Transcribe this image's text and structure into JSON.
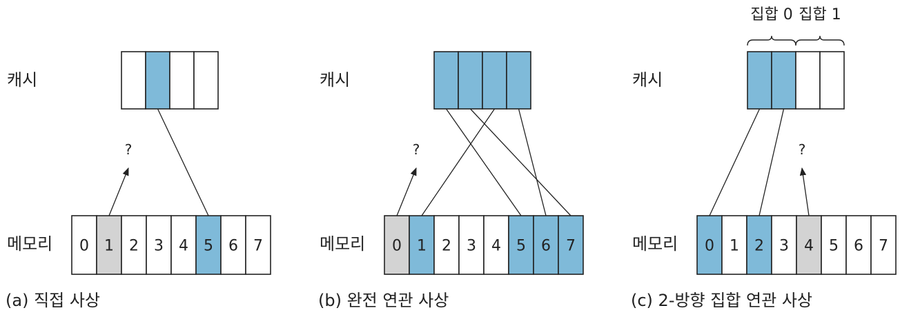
{
  "colors": {
    "highlight": "#7fbad9",
    "missed": "#d3d3d3",
    "empty": "#ffffff",
    "stroke": "#222222"
  },
  "panels": [
    {
      "id": "a",
      "cache_label": "캐시",
      "memory_label": "메모리",
      "caption": "(a) 직접 사상",
      "unknown_mark": "?",
      "cache_states": [
        "empty",
        "highlight",
        "empty",
        "empty"
      ],
      "memory_blocks": [
        {
          "label": "0",
          "state": "empty"
        },
        {
          "label": "1",
          "state": "missed"
        },
        {
          "label": "2",
          "state": "empty"
        },
        {
          "label": "3",
          "state": "empty"
        },
        {
          "label": "4",
          "state": "empty"
        },
        {
          "label": "5",
          "state": "highlight"
        },
        {
          "label": "6",
          "state": "empty"
        },
        {
          "label": "7",
          "state": "empty"
        }
      ],
      "mappings": [
        {
          "memory": 5,
          "cache": 1
        }
      ],
      "request_from": 1
    },
    {
      "id": "b",
      "cache_label": "캐시",
      "memory_label": "메모리",
      "caption": "(b) 완전 연관 사상",
      "unknown_mark": "?",
      "cache_states": [
        "highlight",
        "highlight",
        "highlight",
        "highlight"
      ],
      "memory_blocks": [
        {
          "label": "0",
          "state": "missed"
        },
        {
          "label": "1",
          "state": "highlight"
        },
        {
          "label": "2",
          "state": "empty"
        },
        {
          "label": "3",
          "state": "empty"
        },
        {
          "label": "4",
          "state": "empty"
        },
        {
          "label": "5",
          "state": "highlight"
        },
        {
          "label": "6",
          "state": "highlight"
        },
        {
          "label": "7",
          "state": "highlight"
        }
      ],
      "mappings": [
        {
          "memory": 1,
          "cache": 2
        },
        {
          "memory": 5,
          "cache": 0
        },
        {
          "memory": 6,
          "cache": 3
        },
        {
          "memory": 7,
          "cache": 1
        }
      ],
      "request_from": 0
    },
    {
      "id": "c",
      "cache_label": "캐시",
      "memory_label": "메모리",
      "caption": "(c) 2-방향 집합 연관 사상",
      "unknown_mark": "?",
      "set_labels": [
        "집합 0",
        "집합 1"
      ],
      "cache_states": [
        "highlight",
        "highlight",
        "empty",
        "empty"
      ],
      "memory_blocks": [
        {
          "label": "0",
          "state": "highlight"
        },
        {
          "label": "1",
          "state": "empty"
        },
        {
          "label": "2",
          "state": "highlight"
        },
        {
          "label": "3",
          "state": "empty"
        },
        {
          "label": "4",
          "state": "missed"
        },
        {
          "label": "5",
          "state": "empty"
        },
        {
          "label": "6",
          "state": "empty"
        },
        {
          "label": "7",
          "state": "empty"
        }
      ],
      "mappings": [
        {
          "memory": 0,
          "cache": 0
        },
        {
          "memory": 2,
          "cache": 1
        }
      ],
      "request_from": 4
    }
  ]
}
